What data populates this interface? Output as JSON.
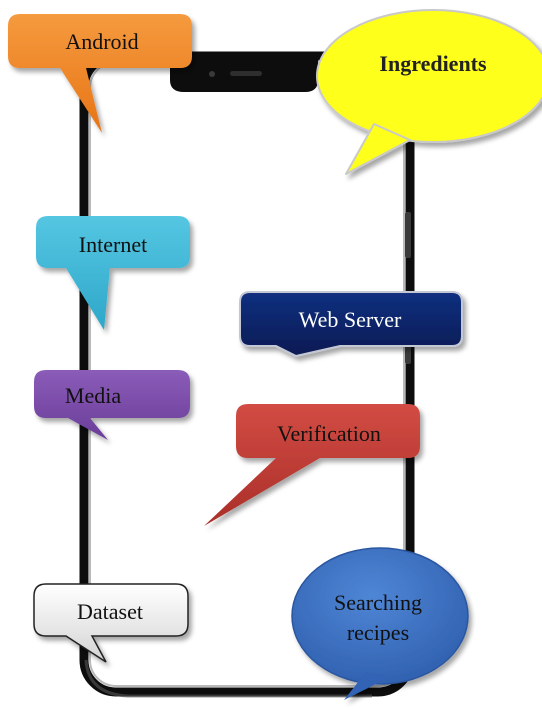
{
  "callouts": {
    "android": {
      "label": "Android",
      "color": "#f08526"
    },
    "ingredients": {
      "label": "Ingredients",
      "color": "#ffff1a"
    },
    "internet": {
      "label": "Internet",
      "color": "#3fb7d6"
    },
    "web_server": {
      "label": "Web Server",
      "color": "#0c2366"
    },
    "media": {
      "label": "Media",
      "color": "#7a4aa8"
    },
    "verification": {
      "label": "Verification",
      "color": "#c03a34"
    },
    "dataset": {
      "label": "Dataset",
      "color": "#ececec"
    },
    "searching_recipes": {
      "label_line1": "Searching",
      "label_line2": "recipes",
      "color": "#3c70c2"
    }
  }
}
